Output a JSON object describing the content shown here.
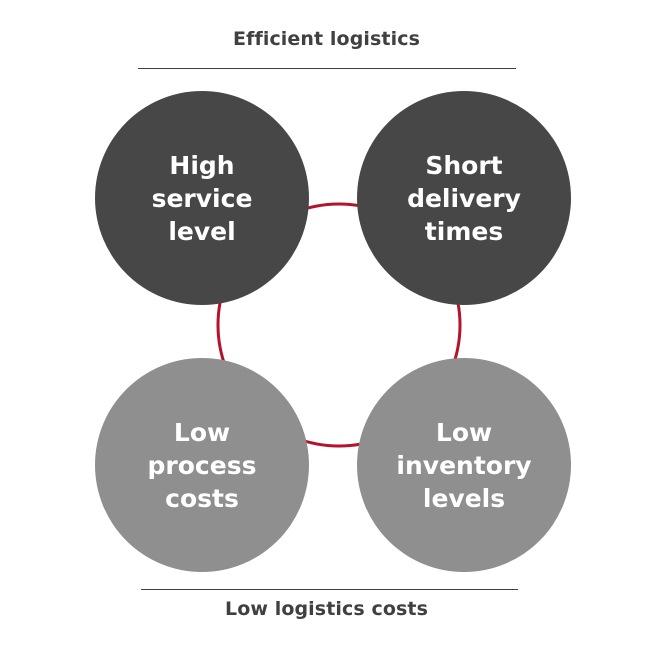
{
  "header": {
    "title": "Efficient logistics"
  },
  "footer": {
    "title": "Low logistics costs"
  },
  "colors": {
    "dark_circle": "#474747",
    "light_circle": "#8f8f8f",
    "ring": "#b4122d",
    "rule": "#404040",
    "text": "#404040"
  },
  "circles": [
    {
      "label": "High\nservice\nlevel",
      "shade": "dark"
    },
    {
      "label": "Short\ndelivery\ntimes",
      "shade": "dark"
    },
    {
      "label": "Low\nprocess\ncosts",
      "shade": "light"
    },
    {
      "label": "Low\ninventory\nlevels",
      "shade": "light"
    }
  ]
}
